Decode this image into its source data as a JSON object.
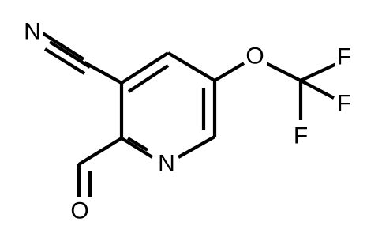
{
  "molecule": {
    "atoms": {
      "n_nitrile": "N",
      "o_ether": "O",
      "f_top": "F",
      "f_mid": "F",
      "f_bottom": "F",
      "n_ring": "N",
      "o_aldehyde": "O"
    },
    "colors": {
      "bond": "#000000",
      "label": "#000000",
      "background": "#ffffff"
    }
  }
}
